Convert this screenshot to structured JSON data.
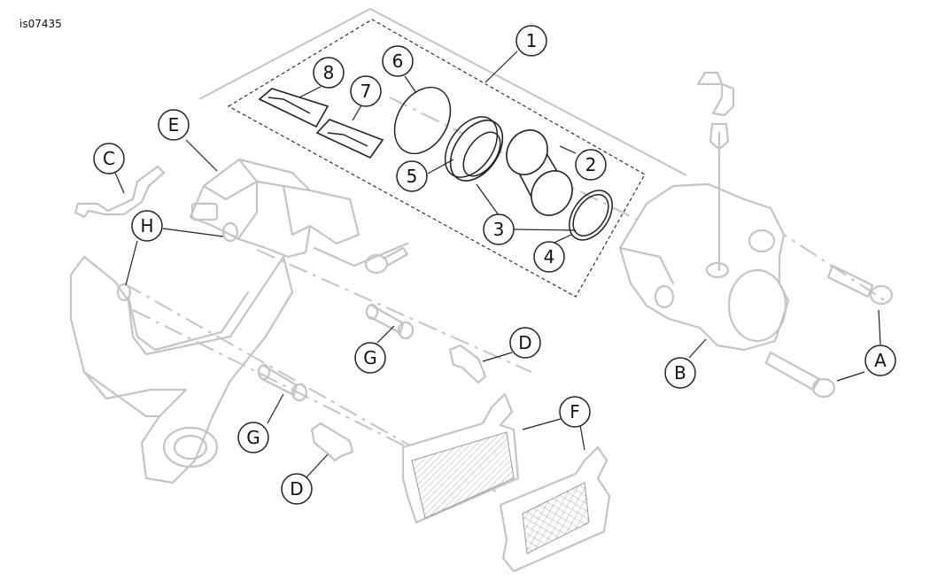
{
  "figure_id": "is07435",
  "callouts": [
    {
      "id": "c1",
      "label": "1"
    },
    {
      "id": "c2",
      "label": "2"
    },
    {
      "id": "c3",
      "label": "3"
    },
    {
      "id": "c4",
      "label": "4"
    },
    {
      "id": "c5",
      "label": "5"
    },
    {
      "id": "c6",
      "label": "6"
    },
    {
      "id": "c7",
      "label": "7"
    },
    {
      "id": "c8",
      "label": "8"
    },
    {
      "id": "cA",
      "label": "A"
    },
    {
      "id": "cB",
      "label": "B"
    },
    {
      "id": "cC",
      "label": "C"
    },
    {
      "id": "cD1",
      "label": "D"
    },
    {
      "id": "cD2",
      "label": "D"
    },
    {
      "id": "cE",
      "label": "E"
    },
    {
      "id": "cF",
      "label": "F"
    },
    {
      "id": "cG1",
      "label": "G"
    },
    {
      "id": "cG2",
      "label": "G"
    },
    {
      "id": "cH",
      "label": "H"
    }
  ]
}
